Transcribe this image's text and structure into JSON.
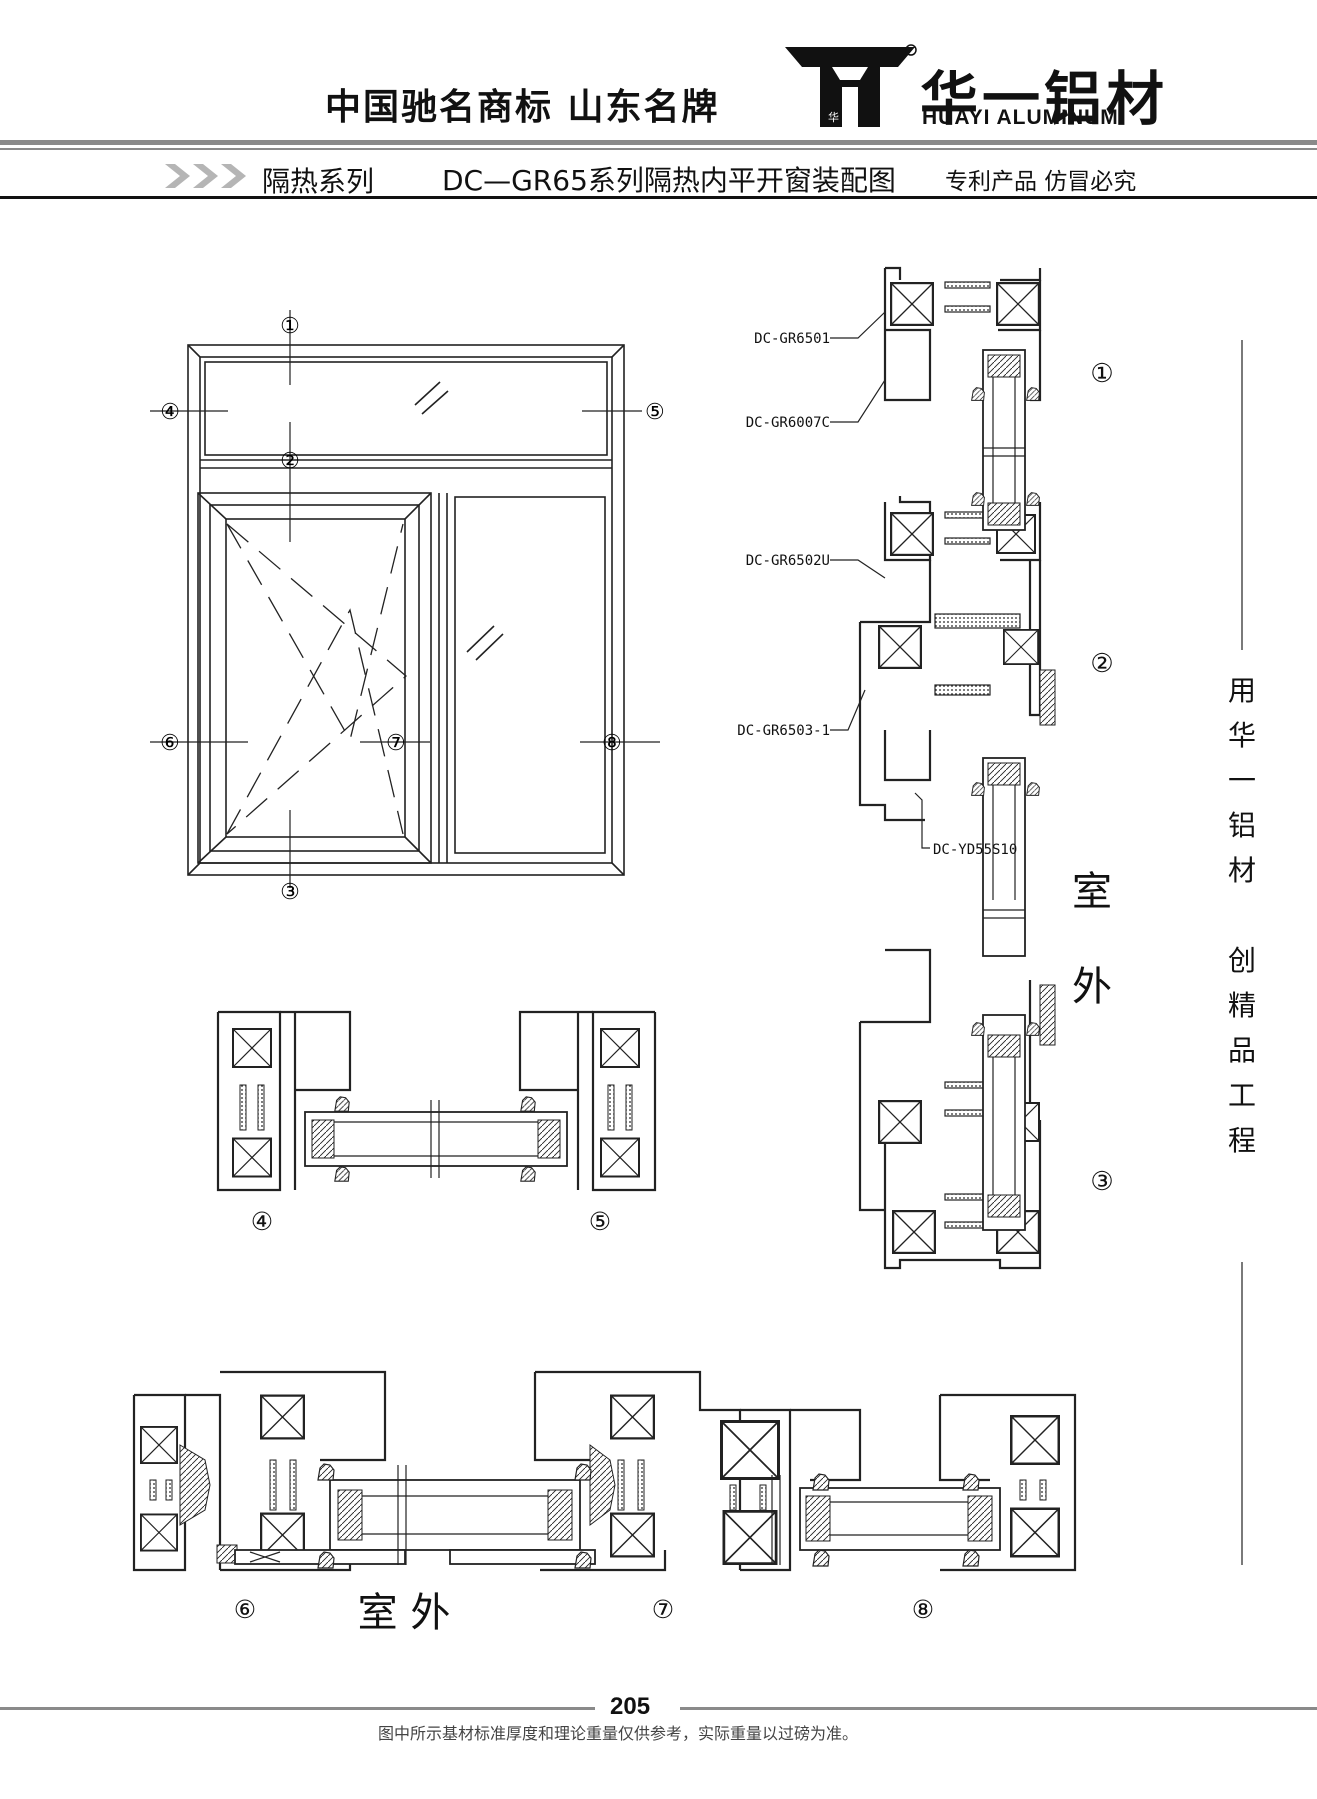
{
  "header": {
    "slogan": "中国驰名商标  山东名牌",
    "brand_cn": "华一铝材",
    "brand_en": "HUAYI ALUMINUM",
    "logo_mark_text": "华 一"
  },
  "title_bar": {
    "series": "隔热系列",
    "title": "DC—GR65系列隔热内平开窗装配图",
    "patent": "专利产品  仿冒必究"
  },
  "elevation_markers": [
    "①",
    "②",
    "③",
    "④",
    "⑤",
    "⑥",
    "⑦",
    "⑧"
  ],
  "part_labels": {
    "p1": "DC-GR6501",
    "p2": "DC-GR6007C",
    "p3": "DC-GR6502U",
    "p4": "DC-GR6503-1",
    "p5": "DC-YD55S10"
  },
  "section_markers": {
    "vertical": [
      "①",
      "②",
      "③"
    ],
    "top": [
      "④",
      "⑤"
    ],
    "bottom": [
      "⑥",
      "⑦",
      "⑧"
    ]
  },
  "outdoor_label": {
    "v1": "室",
    "v2": "外",
    "h": "室  外"
  },
  "side_slogan": [
    "用",
    "华",
    "一",
    "铝",
    "材",
    "",
    "创",
    "精",
    "品",
    "工",
    "程"
  ],
  "page_number": "205",
  "footnote": "图中所示基材标准厚度和理论重量仅供参考，实际重量以过磅为准。",
  "colors": {
    "line": "#222222",
    "rule_gray": "#8a8a8a",
    "arrows": "#b5b5b5"
  }
}
